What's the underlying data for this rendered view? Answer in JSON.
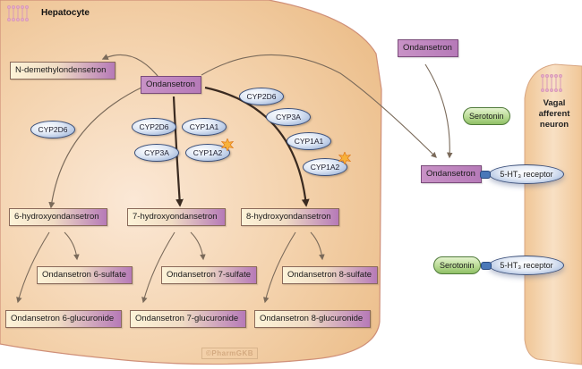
{
  "hepatocyte": {
    "title": "Hepatocyte",
    "watermark": "©PharmGKB"
  },
  "neuron": {
    "label_line1": "Vagal",
    "label_line2": "afferent",
    "label_line3": "neuron"
  },
  "compounds": {
    "ondansetron_liver": "Ondansetron",
    "n_demethyl": "N-demethylondensetron",
    "hydroxy6": "6-hydroxyondansetron",
    "hydroxy7": "7-hydroxyondansetron",
    "hydroxy8": "8-hydroxyondansetron",
    "sulfate6": "Ondansetron 6-sulfate",
    "sulfate7": "Ondansetron 7-sulfate",
    "sulfate8": "Ondansetron 8-sulfate",
    "gluc6": "Ondansetron 6-glucuronide",
    "gluc7": "Ondansetron 7-glucuronide",
    "gluc8": "Ondansetron 8-glucuronide",
    "ondansetron_blood": "Ondansetron",
    "ondansetron_bound": "Ondansetron",
    "serotonin_free": "Serotonin",
    "serotonin_bound": "Serotonin"
  },
  "enzymes": {
    "path6": [
      "CYP2D6"
    ],
    "path7_left": [
      "CYP2D6",
      "CYP3A"
    ],
    "path7_right": [
      "CYP1A1",
      "CYP1A2"
    ],
    "path8": [
      "CYP2D6",
      "CYP3A",
      "CYP1A1",
      "CYP1A2"
    ]
  },
  "receptors": {
    "receptor1": "5-HT₃ receptor",
    "receptor2": "5-HT₃ receptor"
  },
  "colors": {
    "cell_fill": "#f2c99a",
    "cell_border": "#c98a6a",
    "compound_purple": "#b67ab8",
    "enzyme_blue": "#8ea8d2",
    "serotonin_green": "#a9d07e",
    "arrow": "#7a6a5a"
  }
}
